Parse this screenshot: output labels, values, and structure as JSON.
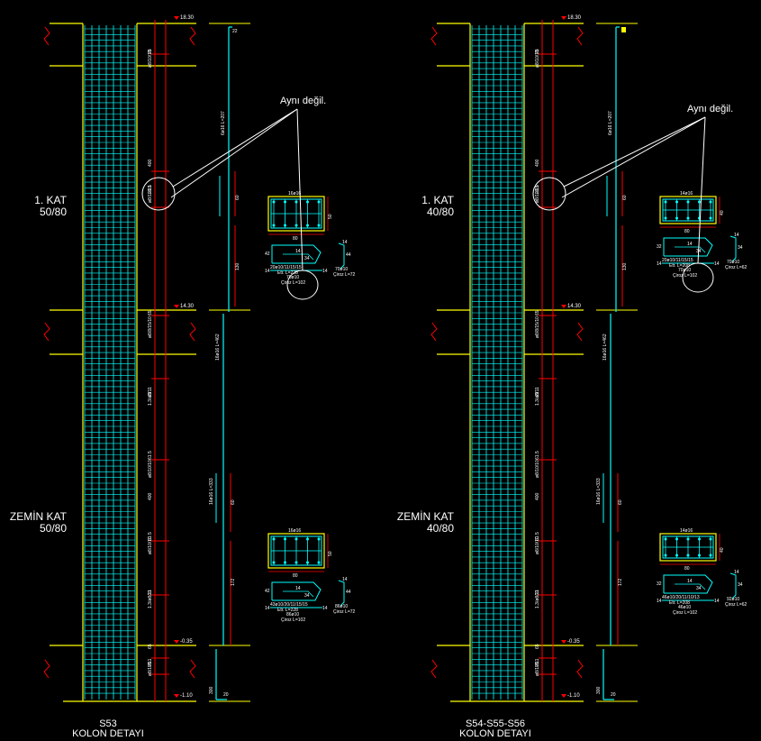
{
  "colors": {
    "background": "#000000",
    "slab": "#ffff00",
    "rebar": "#00ffff",
    "dimension": "#ff0000",
    "text": "#ffffff",
    "level_marker": "#ff0000"
  },
  "columns": [
    {
      "id": "s53",
      "name": "S53",
      "subtitle": "KOLON DETAYI",
      "note": "Aynı değil.",
      "floors": [
        {
          "name": "1. KAT",
          "size": "50/80"
        },
        {
          "name": "ZEMİN KAT",
          "size": "50/80"
        }
      ],
      "levels": [
        "18.30",
        "14.30",
        "-0.35",
        "-1.10"
      ],
      "vertical_labels": [
        "75",
        "ø8/10/10",
        "400",
        "21.5",
        "ø8/10/11",
        "65",
        "ø8/8/15/10",
        "21",
        "1.3/ø8/11",
        "61.5",
        "ø8/10/10",
        "400",
        "61.5",
        "ø8/10/10",
        "21",
        "1.3/ø8/11",
        "65",
        "75",
        "ø8/10/11"
      ],
      "bars": [
        {
          "label": "6ø16 L=207",
          "top": "22",
          "bottom": "300"
        },
        {
          "label": "16ø16 L=462"
        },
        {
          "label": "16ø16 L=333",
          "bottom": "20"
        }
      ],
      "sections": [
        {
          "bar_count": "16ø16",
          "width": "80",
          "depth": "50",
          "stirrup": "20ø10/11/15/15",
          "stirrup_length": "Etr. L=228",
          "tie": "70ø10",
          "tie_length": "Çiroz L=72",
          "cross_tie": "70ø10",
          "cross_tie_length": "Çiroz L=102",
          "dims": [
            "42",
            "14",
            "34",
            "14",
            "44",
            "14",
            "14"
          ]
        },
        {
          "bar_count": "16ø16",
          "width": "80",
          "depth": "50",
          "stirrup": "43ø10/20/11/15/15",
          "stirrup_length": "Etr. L=228",
          "tie": "86ø10",
          "tie_length": "Çiroz L=72",
          "cross_tie": "86ø10",
          "cross_tie_length": "Çiroz L=102",
          "dims": [
            "42",
            "14",
            "34",
            "14",
            "44",
            "14",
            "14"
          ]
        }
      ],
      "dim_values": [
        "60",
        "130",
        "60",
        "172"
      ]
    },
    {
      "id": "s54",
      "name": "S54-S55-S56",
      "subtitle": "KOLON DETAYI",
      "note": "Aynı değil.",
      "floors": [
        {
          "name": "1. KAT",
          "size": "40/80"
        },
        {
          "name": "ZEMİN KAT",
          "size": "40/80"
        }
      ],
      "levels": [
        "18.30",
        "14.30",
        "-0.35",
        "-1.10"
      ],
      "vertical_labels": [
        "75",
        "ø8/10/10",
        "400",
        "21.5",
        "ø8/10/11",
        "65",
        "ø8/8/15/10",
        "21",
        "1.3/ø8/11",
        "61.5",
        "ø8/10/10",
        "400",
        "61.5",
        "ø8/10/10",
        "21",
        "1.3/ø8/11",
        "65",
        "75",
        "ø8/10/11"
      ],
      "bars": [
        {
          "label": "6ø16 L=207",
          "bottom": "300"
        },
        {
          "label": "16ø16 L=462"
        },
        {
          "label": "16ø16 L=333",
          "bottom": "20"
        }
      ],
      "sections": [
        {
          "bar_count": "14ø16",
          "width": "80",
          "depth": "40",
          "stirrup": "20ø10/11/15/15",
          "stirrup_length": "Etr. L=208",
          "tie": "70ø10",
          "tie_length": "Çiroz L=62",
          "cross_tie": "70ø10",
          "cross_tie_length": "Çiroz L=102",
          "dims": [
            "32",
            "14",
            "34",
            "14",
            "34",
            "14",
            "14"
          ]
        },
        {
          "bar_count": "14ø16",
          "width": "80",
          "depth": "40",
          "stirrup": "46ø10/20/11/10/13",
          "stirrup_length": "Etr. L=208",
          "tie": "92ø10",
          "tie_length": "Çiroz L=62",
          "cross_tie": "46ø10",
          "cross_tie_length": "Çiroz L=102",
          "dims": [
            "32",
            "14",
            "34",
            "14",
            "34",
            "14",
            "14"
          ]
        }
      ],
      "dim_values": [
        "60",
        "130",
        "60",
        "172"
      ]
    }
  ]
}
